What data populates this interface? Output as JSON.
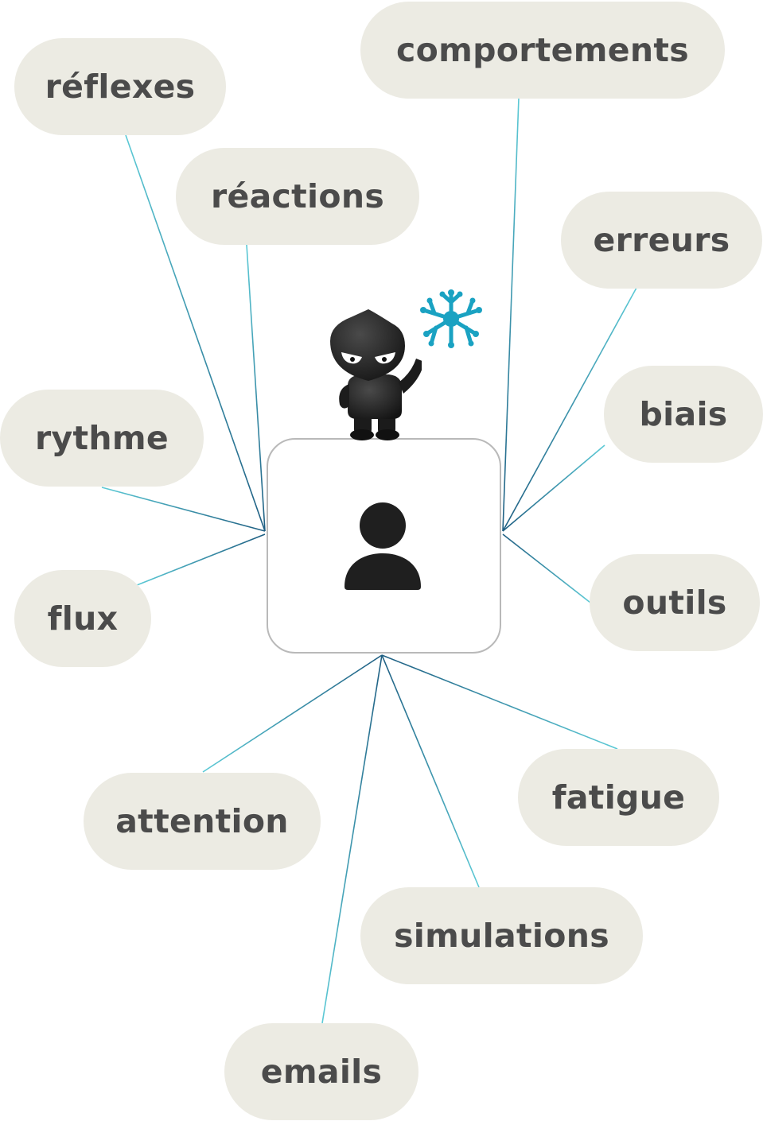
{
  "concepts": {
    "reflexes": "réflexes",
    "comportements": "comportements",
    "reactions": "réactions",
    "erreurs": "erreurs",
    "rythme": "rythme",
    "biais": "biais",
    "outils": "outils",
    "flux": "flux",
    "fatigue": "fatigue",
    "attention": "attention",
    "simulations": "simulations",
    "emails": "emails"
  },
  "center": {
    "icon": "user-icon"
  },
  "mascot": {
    "icon": "shield-mascot-icon",
    "accessory": "neuron-icon"
  },
  "colors": {
    "pill_bg": "#ecebe3",
    "pill_text": "#4b4b4b",
    "line_light": "#5ccad6",
    "line_dark": "#1e5e82",
    "neuron": "#1aa2c2",
    "mascot": "#1f1f1f"
  }
}
